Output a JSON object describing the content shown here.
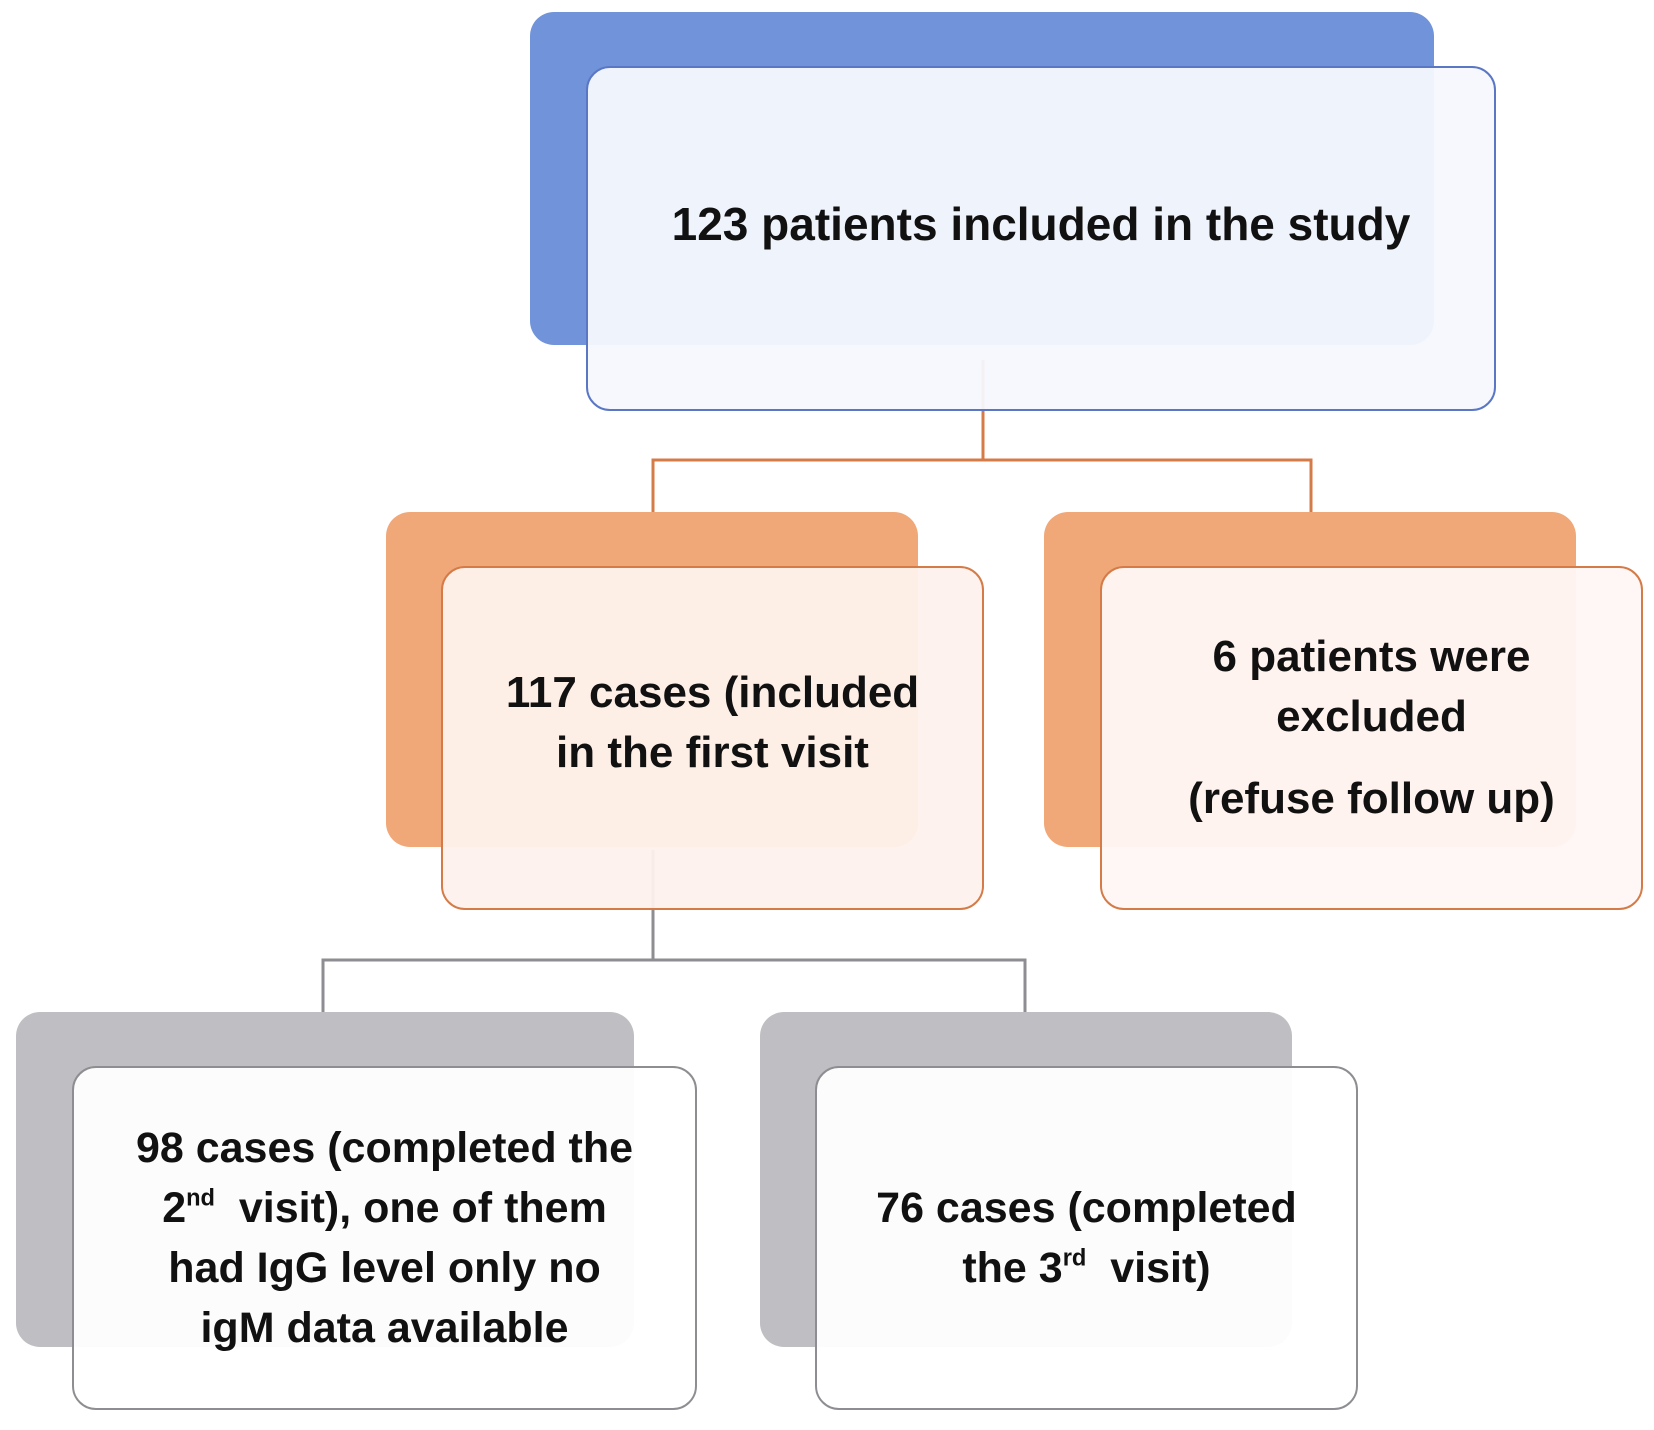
{
  "colors": {
    "top_accent": "#7093d9",
    "middle_accent": "#f0a878",
    "bottom_accent": "#bfbfc3",
    "connector_orange": "#d47b48",
    "connector_gray": "#8e8e92"
  },
  "nodes": {
    "top": {
      "text": "123 patients included in the study"
    },
    "included_first_visit": {
      "line1": "117 cases (included",
      "line2": "in the first visit"
    },
    "excluded": {
      "line1": "6 patients were",
      "line2": "excluded",
      "line3": "(refuse follow up)"
    },
    "second_visit": {
      "line1": "98 cases (completed the",
      "line2_pre": "2",
      "line2_sup": "nd",
      "line2_post": "  visit), one of them",
      "line3": "had IgG level only no",
      "line4": "igM data available"
    },
    "third_visit": {
      "line1": "76 cases (completed",
      "line2_pre": "the 3",
      "line2_sup": "rd",
      "line2_post": "  visit)"
    }
  }
}
